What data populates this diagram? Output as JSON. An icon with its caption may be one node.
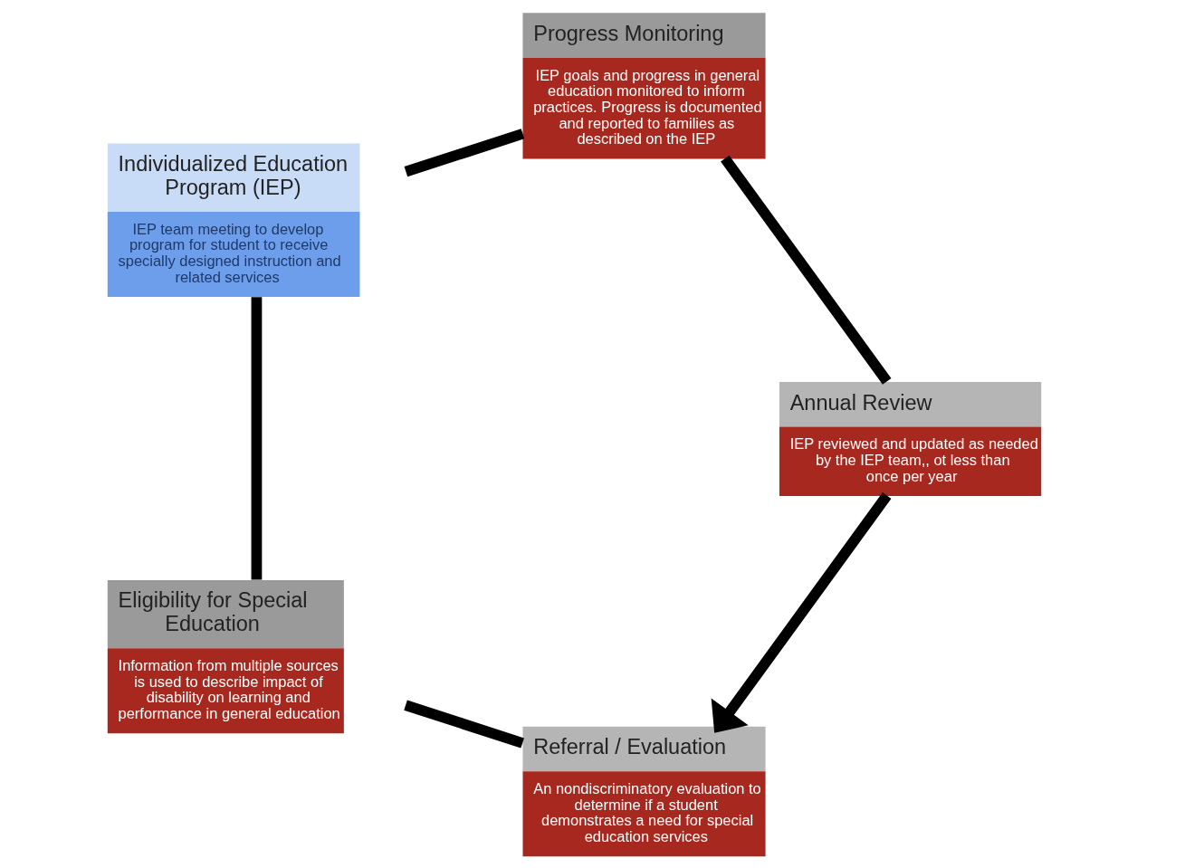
{
  "diagram": {
    "nodes": [
      {
        "text": [
          "Referral / Evaluation",
          "An nondiscriminatory evaluation to determine if a student demonstrates a need for special education services"
        ]
      },
      {
        "text": [
          "Eligibility for Special Education",
          "Information from multiple sources is used to describe impact of disability on learning and performance in general education"
        ]
      },
      {
        "text": [
          "Annual Review",
          "IEP reviewed and updated as needed by the IEP team,, ot less than once per year"
        ]
      },
      {
        "text": [
          "Progress Monitoring",
          "IEP goals and progress in general education monitored to inform practices. Progress is documented and reported to families as described on the IEP"
        ]
      },
      {
        "text": [
          "Individualized Education Program (IEP)",
          "IEP team meeting to develop program for student to receive specially designed instruction and related services"
        ]
      }
    ],
    "edges": [
      {
        "from": 0,
        "to": 1,
        "arrow": "none"
      },
      {
        "from": 1,
        "to": 4,
        "arrow": "none"
      },
      {
        "from": 4,
        "to": 3,
        "arrow": "none"
      },
      {
        "from": 3,
        "to": 2,
        "arrow": "none"
      },
      {
        "from": 2,
        "to": 0,
        "arrow": "to"
      }
    ]
  }
}
